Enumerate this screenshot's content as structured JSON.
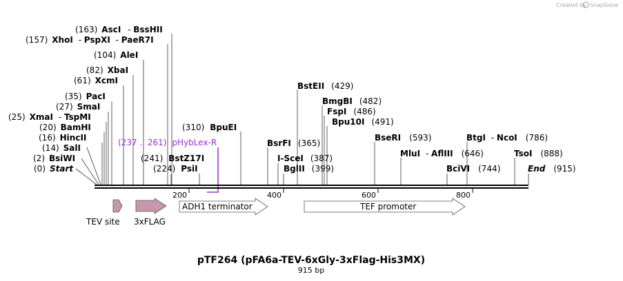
{
  "credit": {
    "prefix": "Created by",
    "brand": "SnapGene"
  },
  "title": "pTF264 (pFA6a-TEV-6xGly-3xFlag-His3MX)",
  "length_label": "915 bp",
  "colors": {
    "feature_fill": "#c896ad",
    "primer": "#9b30c8",
    "backbone": "#000000"
  },
  "ruler_ticks": [
    "200",
    "400",
    "600",
    "800"
  ],
  "sites": [
    {
      "pos": "(163)",
      "name": "AscI",
      "name2": "BssHII"
    },
    {
      "pos": "(157)",
      "name": "XhoI",
      "name2": "PspXI",
      "name3": "PaeR7I"
    },
    {
      "pos": "(104)",
      "name": "AleI"
    },
    {
      "pos": "(82)",
      "name": "XbaI"
    },
    {
      "pos": "(61)",
      "name": "XcmI"
    },
    {
      "pos": "(35)",
      "name": "PacI"
    },
    {
      "pos": "(27)",
      "name": "SmaI"
    },
    {
      "pos": "(25)",
      "name": "XmaI",
      "name2": "TspMI"
    },
    {
      "pos": "(20)",
      "name": "BamHI"
    },
    {
      "pos": "(16)",
      "name": "HincII"
    },
    {
      "pos": "(14)",
      "name": "SalI"
    },
    {
      "pos": "(2)",
      "name": "BsiWI"
    },
    {
      "pos": "(0)",
      "name": "Start"
    },
    {
      "pos": "(241)",
      "name": "BstZ17I"
    },
    {
      "pos": "(224)",
      "name": "PsiI"
    },
    {
      "pos": "(310)",
      "name": "BpuEI"
    },
    {
      "name": "BstEII",
      "pos": "(429)"
    },
    {
      "name": "BmgBI",
      "pos": "(482)"
    },
    {
      "name": "FspI",
      "pos": "(486)"
    },
    {
      "name": "Bpu10I",
      "pos": "(491)"
    },
    {
      "name": "BsrFI",
      "pos": "(365)"
    },
    {
      "name": "I-SceI",
      "pos": "(387)"
    },
    {
      "name": "BglII",
      "pos": "(399)"
    },
    {
      "name": "BseRI",
      "pos": "(593)"
    },
    {
      "name": "MluI",
      "name2": "AflIII",
      "pos": "(646)"
    },
    {
      "name": "BtgI",
      "name2": "NcoI",
      "pos": "(786)"
    },
    {
      "name": "BciVI",
      "pos": "(744)"
    },
    {
      "name": "TsoI",
      "pos": "(888)"
    },
    {
      "name": "End",
      "pos": "(915)"
    }
  ],
  "primer": {
    "range": "(237 .. 261)",
    "name": "pHybLex-R"
  },
  "features": [
    {
      "name": "TEV site"
    },
    {
      "name": "3xFLAG"
    },
    {
      "name": "ADH1 terminator"
    },
    {
      "name": "TEF promoter"
    }
  ]
}
